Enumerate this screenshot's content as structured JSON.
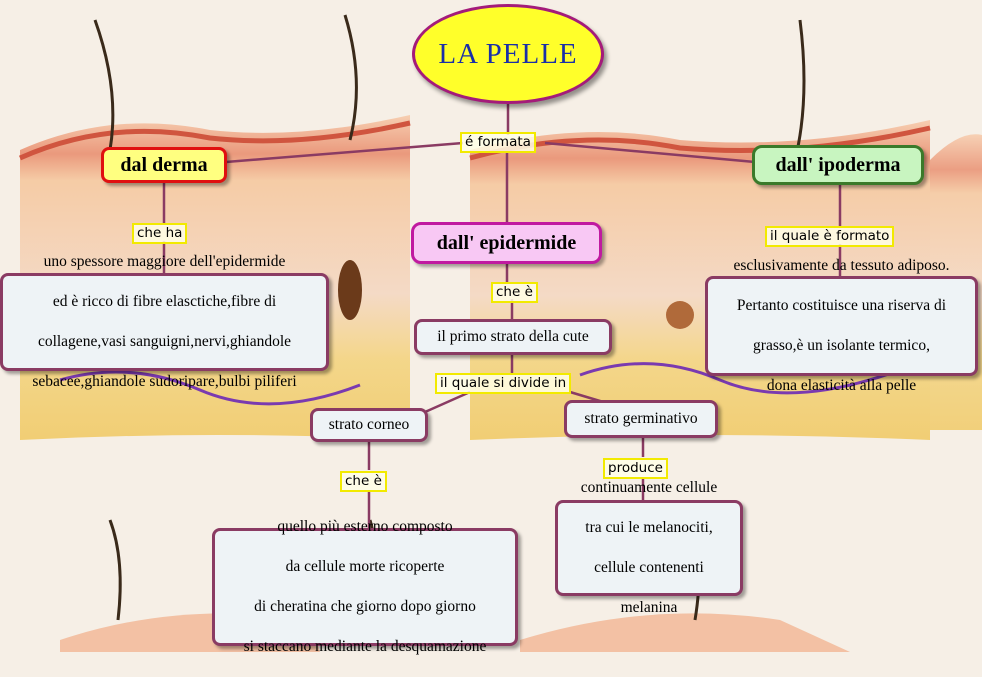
{
  "root": {
    "label": "LA PELLE"
  },
  "links": {
    "formata": "é formata",
    "che_ha": "che ha",
    "il_quale_formato": "il quale è formato",
    "che_e_epid": "che è",
    "si_divide": "il quale si divide in",
    "che_e_corneo": "che è",
    "produce": "produce"
  },
  "nodes": {
    "derma": "dal derma",
    "ipoderma": "dall' ipoderma",
    "epidermide": "dall' epidermide",
    "derma_desc": [
      "uno spessore maggiore dell'epidermide",
      "ed è ricco di fibre elasctiche,fibre di",
      "collagene,vasi sanguigni,nervi,ghiandole",
      "sebacee,ghiandole sudoripare,bulbi piliferi"
    ],
    "ipoderma_desc": [
      "esclusivamente da tessuto adiposo.",
      "Pertanto costituisce una riserva di",
      "grasso,è un isolante termico,",
      "dona elasticità alla pelle"
    ],
    "primo_strato": "il primo strato della cute",
    "corneo": "strato corneo",
    "germinativo": "strato germinativo",
    "corneo_desc": [
      "quello più esterno composto",
      "da cellule morte ricoperte",
      "di cheratina che giorno dopo giorno",
      "si staccano mediante la desquamazione"
    ],
    "germinativo_desc": [
      "continuamente cellule",
      "tra cui le melanociti,",
      "cellule contenenti",
      "melanina"
    ]
  },
  "colors": {
    "root_fill": "#ffff2a",
    "root_text": "#1a2fa8",
    "derma_border": "#e01010",
    "derma_fill": "#ffff80",
    "ipoderma_border": "#3a7a2a",
    "ipoderma_fill": "#c8f5c0",
    "epidermide_border": "#c01aa0",
    "epidermide_fill": "#f8c8f4",
    "node_border": "#8a3b63",
    "link_line": "#8a3b63",
    "label_border": "#f2ea00"
  }
}
